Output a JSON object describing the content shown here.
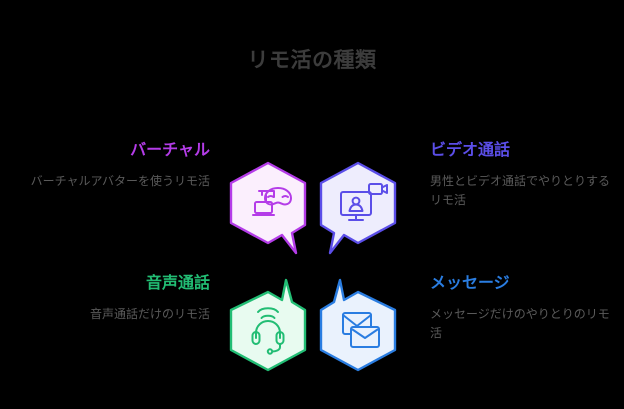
{
  "infographic": {
    "title": "リモ活の種類",
    "background_color": "#000000",
    "title_color": "#3c3c3c",
    "description_color": "#5a5a5a",
    "items": [
      {
        "id": "virtual",
        "heading": "バーチャル",
        "description": "バーチャルアバターを使うリモ活",
        "color": "#b43ce8",
        "fill": "#fbeffd",
        "icon": "vr-goggles-laptop-icon",
        "position": "top-left",
        "tail": "bottom-right"
      },
      {
        "id": "video",
        "heading": "ビデオ通話",
        "description": "男性とビデオ通話でやりとりするリモ活",
        "color": "#5b4ee8",
        "fill": "#eeedfd",
        "icon": "monitor-video-call-icon",
        "position": "top-right",
        "tail": "bottom-left"
      },
      {
        "id": "voice",
        "heading": "音声通話",
        "description": "音声通話だけのリモ活",
        "color": "#22bd74",
        "fill": "#e8fbf0",
        "icon": "headset-icon",
        "position": "bottom-left",
        "tail": "top-right"
      },
      {
        "id": "message",
        "heading": "メッセージ",
        "description": "メッセージだけのやりとりのリモ活",
        "color": "#2a7de1",
        "fill": "#eaf2fd",
        "icon": "envelopes-icon",
        "position": "bottom-right",
        "tail": "top-left"
      }
    ]
  }
}
